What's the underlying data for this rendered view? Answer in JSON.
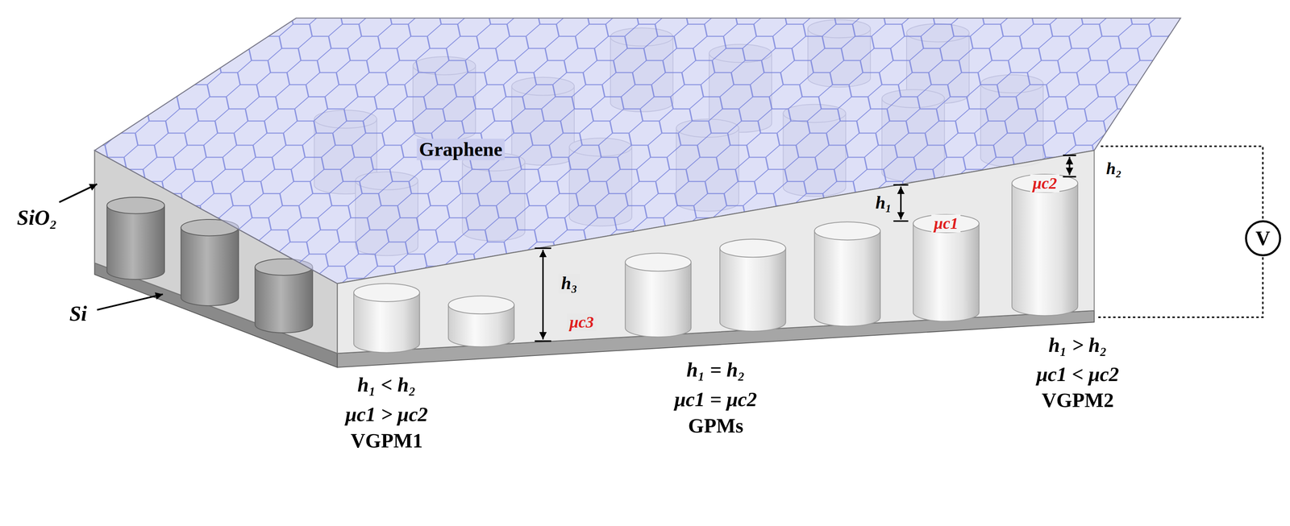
{
  "diagram": {
    "nodes": [
      {
        "text": [
          "V"
        ]
      }
    ],
    "labels": [
      "Graphene",
      "SiO₂",
      "Si",
      "h₁",
      "μc1",
      "h₂",
      "μc2",
      "h₃",
      "μc3",
      "h₁ < h₂",
      "μc1 > μc2",
      "VGPM1",
      "h₁ = h₂",
      "μc1 = μc2",
      "GPMs",
      "h₁ > h₂",
      "μc1 < μc2",
      "VGPM2"
    ]
  }
}
